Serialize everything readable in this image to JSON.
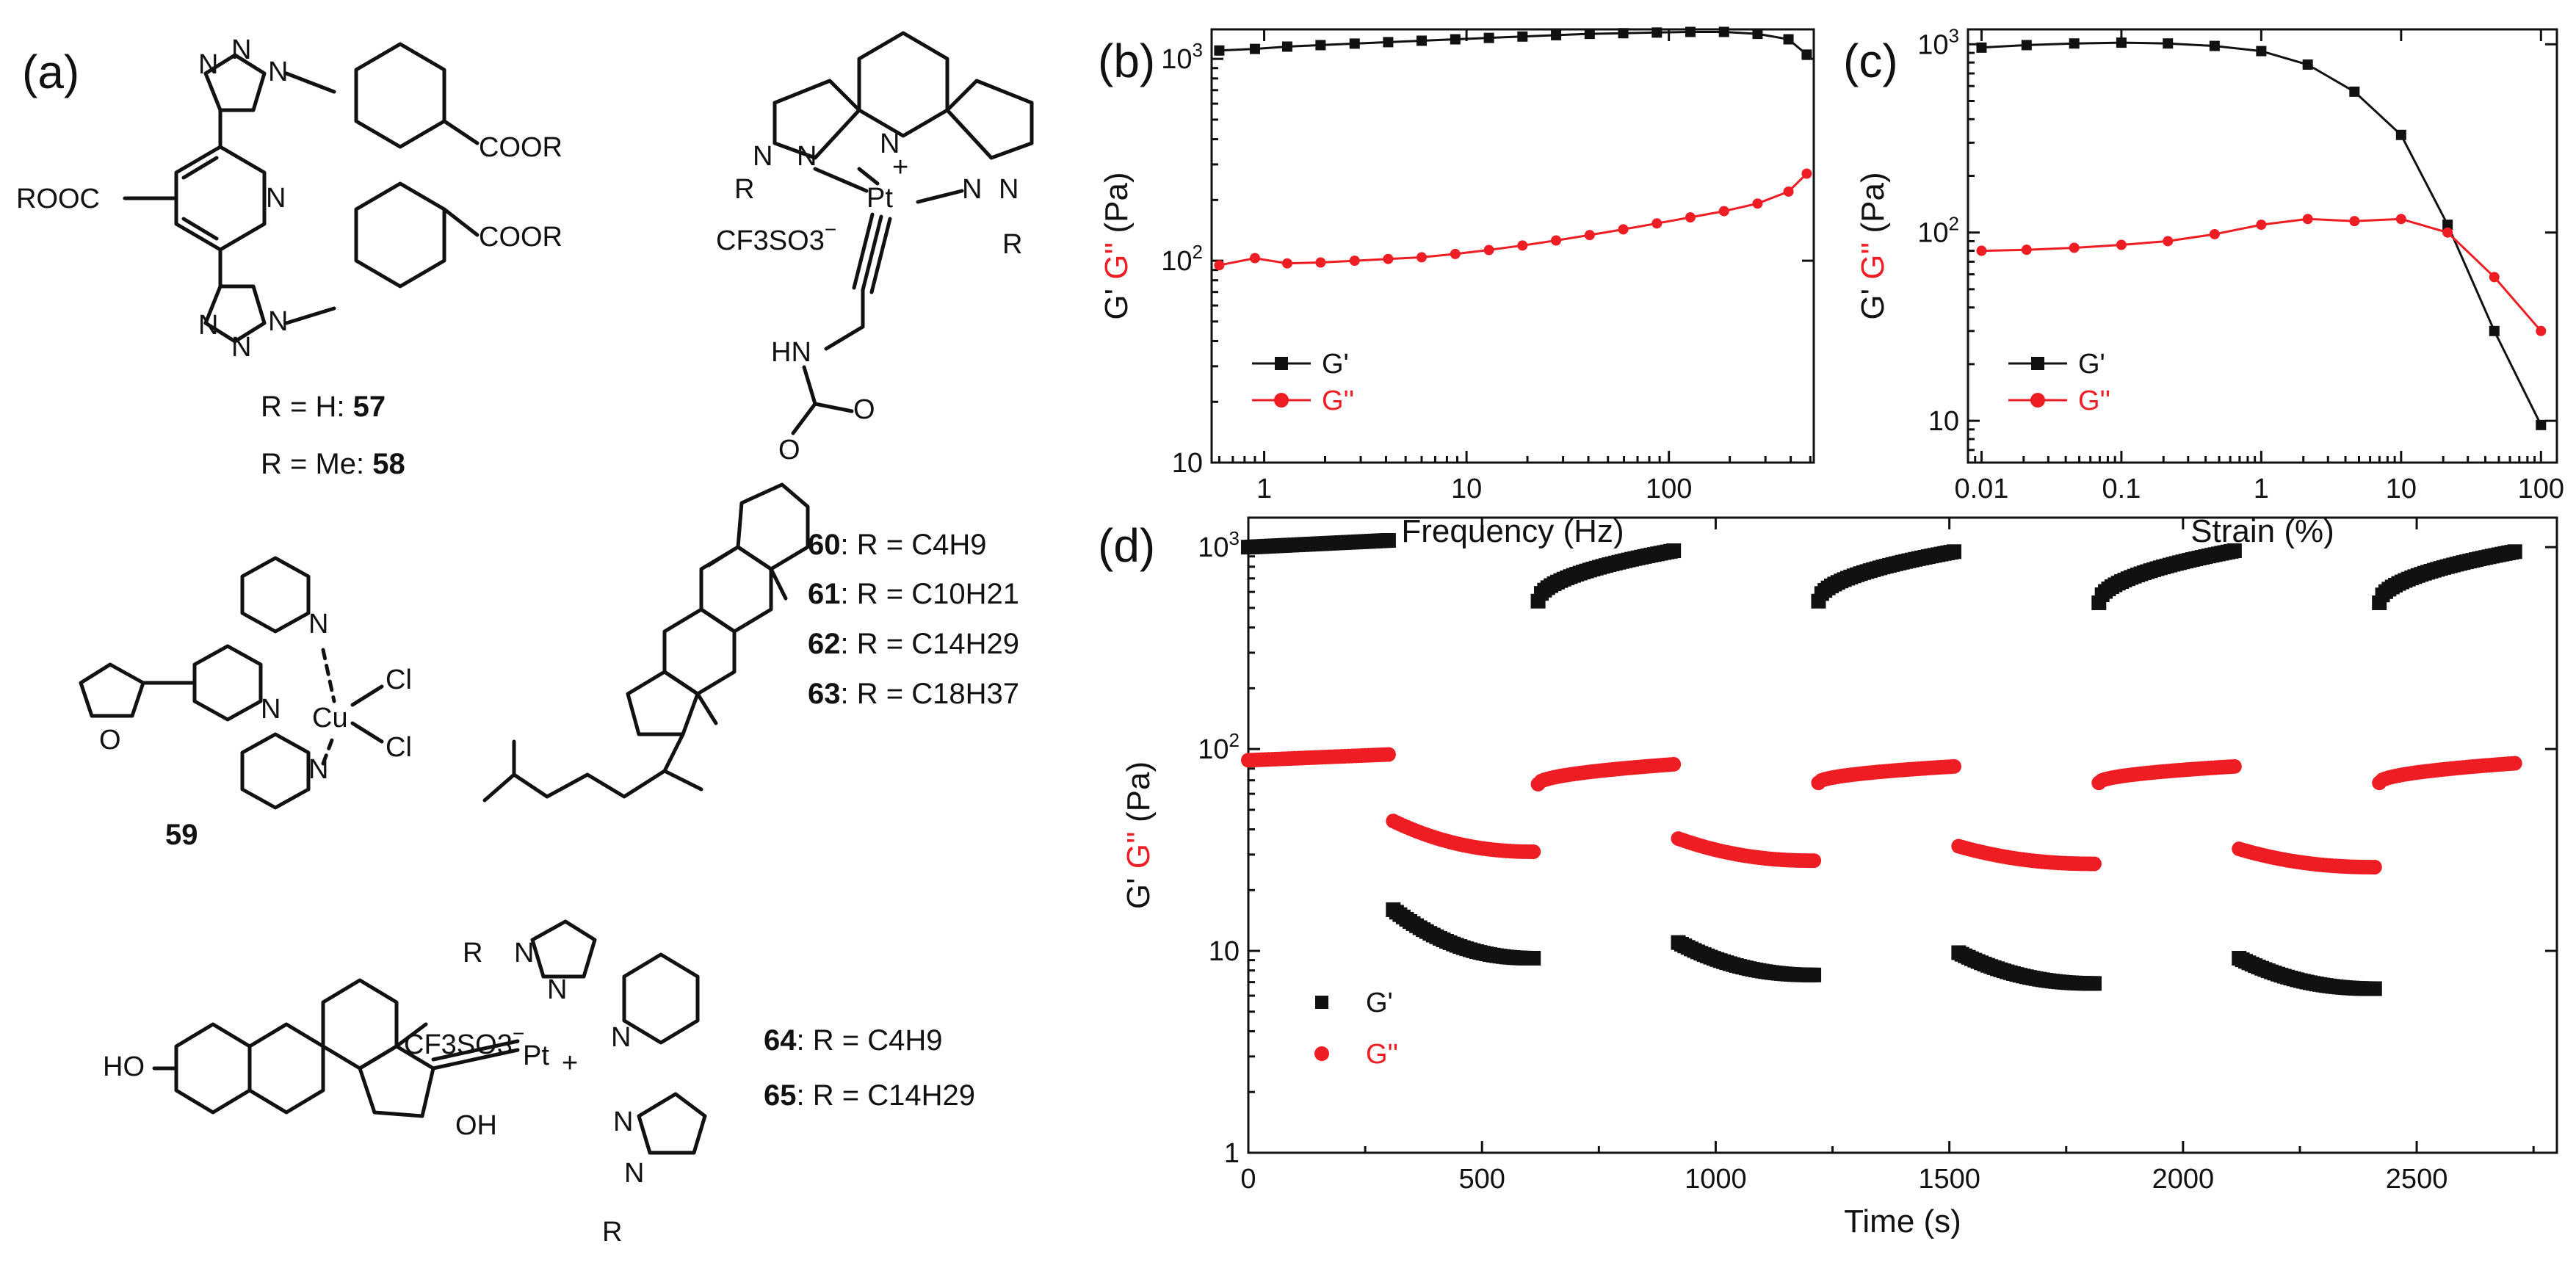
{
  "panels": {
    "a": "(a)",
    "b": "(b)",
    "c": "(c)",
    "d": "(d)"
  },
  "structures": {
    "caption_57": "R = H: ",
    "num_57": "57",
    "caption_58": "R = Me: ",
    "num_58": "58",
    "num_59": "59",
    "r60": ": R = C4H9",
    "num_60": "60",
    "r61": ": R = C10H21",
    "num_61": "61",
    "r62": ": R = C14H29",
    "num_62": "62",
    "r63": ": R = C18H37",
    "num_63": "63",
    "r64": ": R = C4H9",
    "num_64": "64",
    "r65": ": R = C14H29",
    "num_65": "65",
    "atoms": {
      "ROOC": "ROOC",
      "COOR": "COOR",
      "R": "R",
      "N": "N",
      "Pt": "Pt",
      "plus": "+",
      "CF3SO3": "CF3SO3",
      "minus": "−",
      "HN": "HN",
      "O": "O",
      "Cu": "Cu",
      "Cl": "Cl",
      "HO": "HO",
      "OH": "OH"
    }
  },
  "colors": {
    "g_prime": "#111111",
    "g_double": "#ee1d23"
  },
  "chart_data": [
    {
      "panel": "(b)",
      "type": "line",
      "x_scale": "log",
      "y_scale": "log",
      "xlabel": "Frequency (Hz)",
      "ylabel_parts": [
        "G' ",
        "G''",
        " (Pa)"
      ],
      "xlim": [
        0.55,
        520
      ],
      "ylim": [
        10,
        1400
      ],
      "x_ticks": [
        1,
        10,
        100
      ],
      "x_tick_labels": [
        "1",
        "10",
        "100"
      ],
      "y_ticks": [
        10,
        100,
        1000
      ],
      "y_tick_labels": [
        "10",
        "10²",
        "10³"
      ],
      "legend": "bottom-left",
      "series": [
        {
          "name": "G'",
          "marker": "square",
          "x": [
            0.6,
            0.9,
            1.3,
            1.9,
            2.8,
            4.1,
            6.0,
            8.8,
            12.9,
            18.9,
            27.7,
            40.6,
            59.5,
            87.2,
            127.7,
            187.2,
            274.3,
            390,
            480
          ],
          "y": [
            1100,
            1120,
            1150,
            1170,
            1190,
            1210,
            1230,
            1250,
            1270,
            1290,
            1310,
            1330,
            1340,
            1350,
            1360,
            1360,
            1330,
            1250,
            1050
          ]
        },
        {
          "name": "G''",
          "marker": "circle",
          "x": [
            0.6,
            0.9,
            1.3,
            1.9,
            2.8,
            4.1,
            6.0,
            8.8,
            12.9,
            18.9,
            27.7,
            40.6,
            59.5,
            87.2,
            127.7,
            187.2,
            274.3,
            390,
            480
          ],
          "y": [
            95,
            103,
            97,
            98,
            100,
            102,
            104,
            108,
            113,
            119,
            126,
            134,
            143,
            153,
            164,
            176,
            192,
            220,
            270
          ]
        }
      ]
    },
    {
      "panel": "(c)",
      "type": "line",
      "x_scale": "log",
      "y_scale": "log",
      "xlabel": "Strain (%)",
      "ylabel_parts": [
        "G' ",
        "G''",
        " (Pa)"
      ],
      "xlim": [
        0.008,
        130
      ],
      "ylim": [
        6,
        1200
      ],
      "x_ticks": [
        0.01,
        0.1,
        1,
        10,
        100
      ],
      "x_tick_labels": [
        "0.01",
        "0.1",
        "1",
        "10",
        "100"
      ],
      "y_ticks": [
        10,
        100,
        1000
      ],
      "y_tick_labels": [
        "10",
        "10²",
        "10³"
      ],
      "legend": "bottom-left",
      "series": [
        {
          "name": "G'",
          "marker": "square",
          "x": [
            0.01,
            0.021,
            0.046,
            0.1,
            0.215,
            0.464,
            1,
            2.15,
            4.64,
            10,
            21.5,
            46.4,
            100
          ],
          "y": [
            960,
            990,
            1010,
            1020,
            1010,
            980,
            920,
            780,
            560,
            330,
            110,
            30,
            9.5
          ]
        },
        {
          "name": "G''",
          "marker": "circle",
          "x": [
            0.01,
            0.021,
            0.046,
            0.1,
            0.215,
            0.464,
            1,
            2.15,
            4.64,
            10,
            21.5,
            46.4,
            100
          ],
          "y": [
            80,
            81,
            83,
            86,
            90,
            98,
            110,
            118,
            115,
            118,
            100,
            58,
            30
          ]
        }
      ]
    },
    {
      "panel": "(d)",
      "type": "scatter",
      "x_scale": "linear",
      "y_scale": "log",
      "xlabel": "Time (s)",
      "ylabel_parts": [
        "G' ",
        "G''",
        " (Pa)"
      ],
      "xlim": [
        0,
        2800
      ],
      "ylim": [
        1,
        1400
      ],
      "x_ticks": [
        0,
        500,
        1000,
        1500,
        2000,
        2500
      ],
      "x_tick_labels": [
        "0",
        "500",
        "1000",
        "1500",
        "2000",
        "2500"
      ],
      "y_ticks": [
        1,
        10,
        100,
        1000
      ],
      "y_tick_labels": [
        "1",
        "10",
        "10²",
        "10³"
      ],
      "legend": "bottom-left",
      "series": [
        {
          "name": "G'",
          "marker": "square",
          "segments": [
            {
              "t0": 0,
              "t1": 300,
              "y0": 1000,
              "y1": 1080,
              "shape": "lin"
            },
            {
              "t0": 310,
              "t1": 610,
              "y0": 16,
              "y1": 9.2,
              "shape": "decay"
            },
            {
              "t0": 620,
              "t1": 910,
              "y0": 540,
              "y1": 960,
              "shape": "rise"
            },
            {
              "t0": 920,
              "t1": 1210,
              "y0": 11,
              "y1": 7.6,
              "shape": "decay"
            },
            {
              "t0": 1220,
              "t1": 1510,
              "y0": 540,
              "y1": 950,
              "shape": "rise"
            },
            {
              "t0": 1520,
              "t1": 1810,
              "y0": 9.8,
              "y1": 6.9,
              "shape": "decay"
            },
            {
              "t0": 1820,
              "t1": 2110,
              "y0": 530,
              "y1": 960,
              "shape": "rise"
            },
            {
              "t0": 2120,
              "t1": 2410,
              "y0": 9.2,
              "y1": 6.5,
              "shape": "decay"
            },
            {
              "t0": 2420,
              "t1": 2710,
              "y0": 530,
              "y1": 950,
              "shape": "rise"
            }
          ]
        },
        {
          "name": "G''",
          "marker": "circle",
          "segments": [
            {
              "t0": 0,
              "t1": 300,
              "y0": 88,
              "y1": 94,
              "shape": "lin"
            },
            {
              "t0": 310,
              "t1": 610,
              "y0": 44,
              "y1": 31,
              "shape": "decay"
            },
            {
              "t0": 620,
              "t1": 910,
              "y0": 67,
              "y1": 84,
              "shape": "rise"
            },
            {
              "t0": 920,
              "t1": 1210,
              "y0": 36,
              "y1": 28,
              "shape": "decay"
            },
            {
              "t0": 1220,
              "t1": 1510,
              "y0": 68,
              "y1": 82,
              "shape": "rise"
            },
            {
              "t0": 1520,
              "t1": 1810,
              "y0": 33,
              "y1": 27,
              "shape": "decay"
            },
            {
              "t0": 1820,
              "t1": 2110,
              "y0": 68,
              "y1": 82,
              "shape": "rise"
            },
            {
              "t0": 2120,
              "t1": 2410,
              "y0": 32,
              "y1": 26,
              "shape": "decay"
            },
            {
              "t0": 2420,
              "t1": 2710,
              "y0": 68,
              "y1": 85,
              "shape": "rise"
            }
          ]
        }
      ]
    }
  ]
}
